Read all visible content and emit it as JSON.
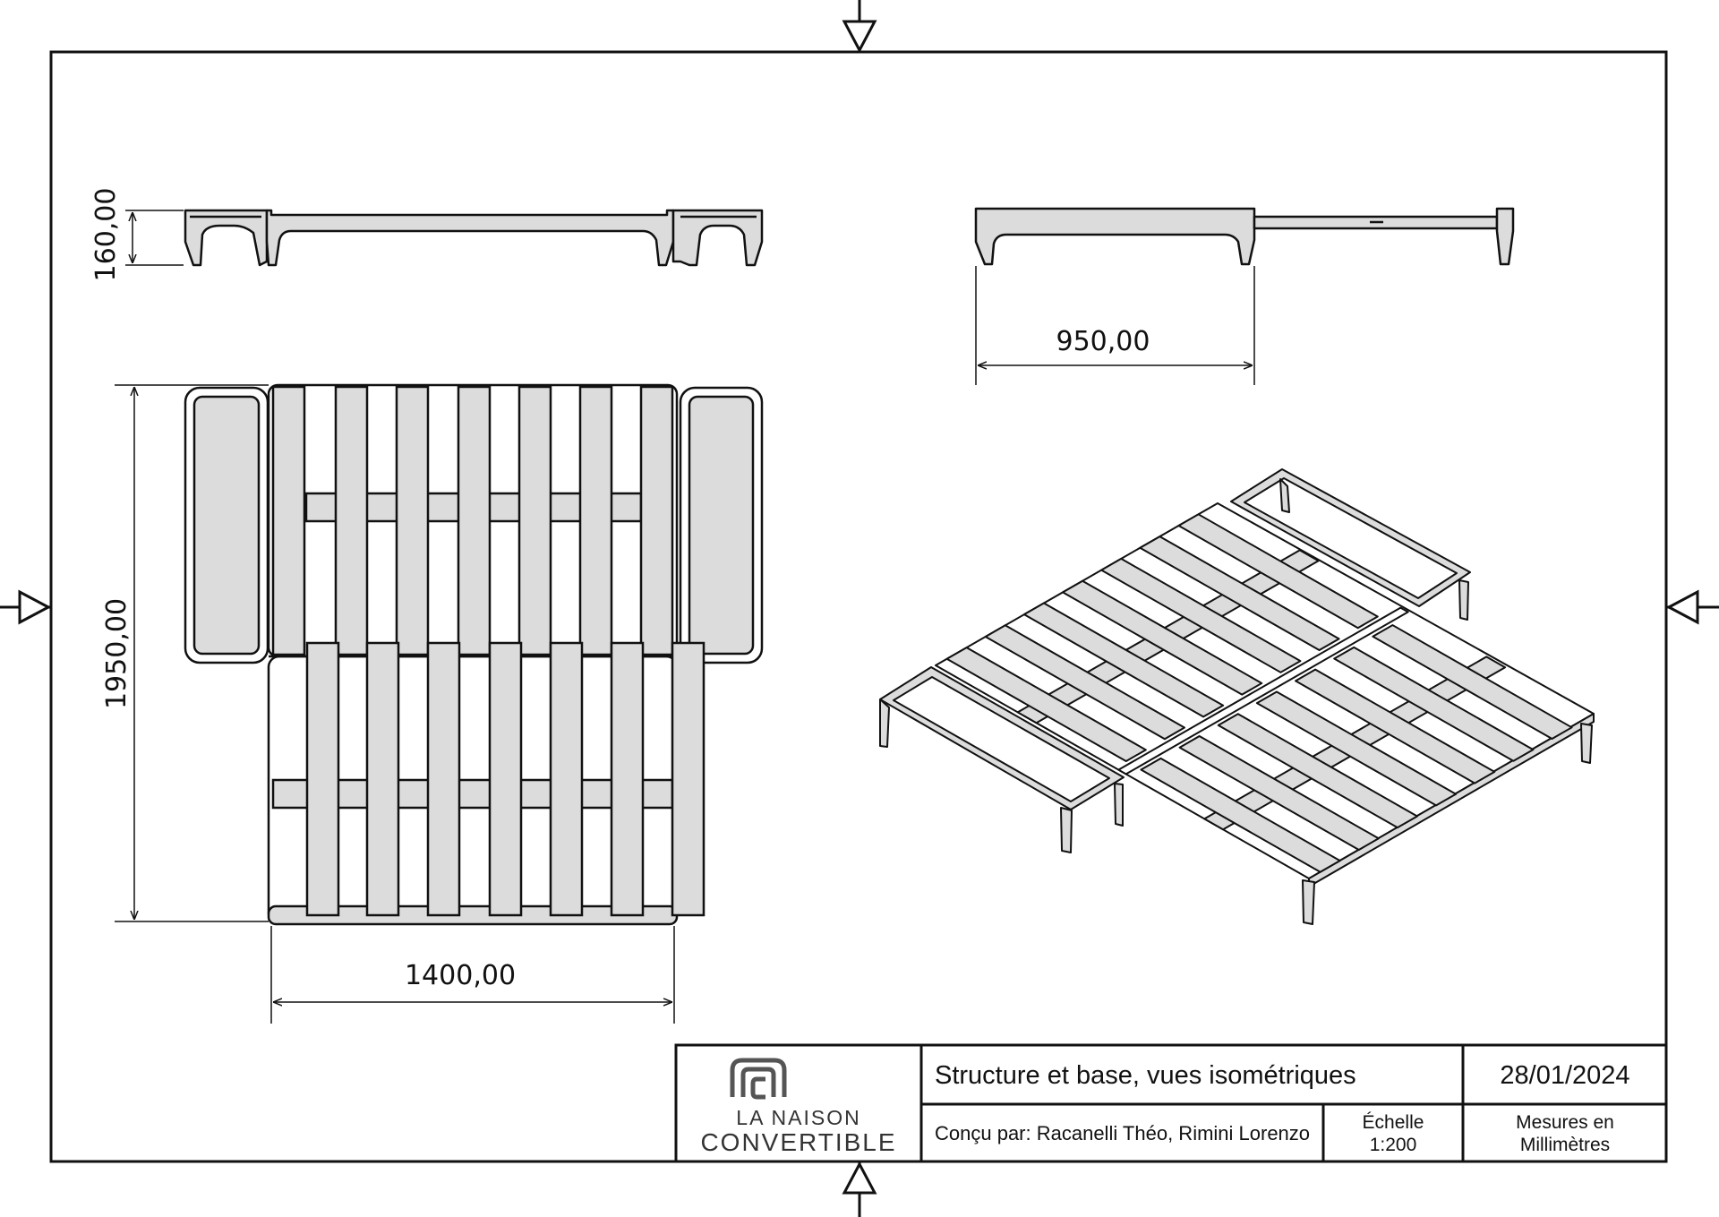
{
  "dimensions": {
    "height": "160,00",
    "depth": "950,00",
    "length": "1950,00",
    "width": "1400,00"
  },
  "title_block": {
    "brand_line1": "LA NAISON",
    "brand_line2": "CONVERTIBLE",
    "title": "Structure et base, vues isométriques",
    "date": "28/01/2024",
    "designers": "Conçu par: Racanelli Théo, Rimini Lorenzo",
    "scale_label": "Échelle",
    "scale_value": "1:200",
    "units_line1": "Mesures en",
    "units_line2": "Millimètres"
  },
  "colors": {
    "line": "#111111",
    "fill": "#dcdcdc",
    "paper": "#ffffff"
  }
}
